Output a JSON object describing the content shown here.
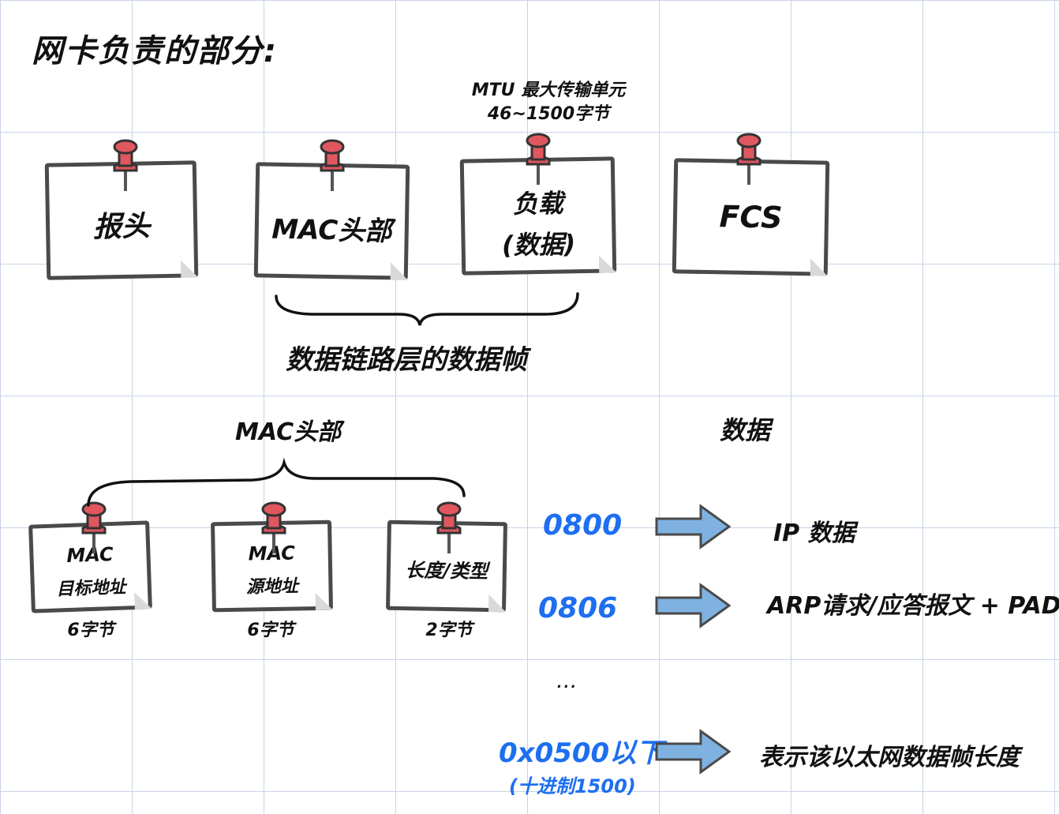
{
  "title": "网卡负责的部分:",
  "mtu_note": {
    "line1": "MTU 最大传输单元",
    "line2": "46~1500字节"
  },
  "frame_parts": [
    {
      "line1": "报头",
      "line2": ""
    },
    {
      "line1": "MAC头部",
      "line2": ""
    },
    {
      "line1": "负载",
      "line2": "(数据)"
    },
    {
      "line1": "FCS",
      "line2": ""
    }
  ],
  "frame_brace_label": "数据链路层的数据帧",
  "mac_header_label": "MAC头部",
  "data_label": "数据",
  "mac_fields": [
    {
      "line1": "MAC",
      "line2": "目标地址",
      "size": "6字节"
    },
    {
      "line1": "MAC",
      "line2": "源地址",
      "size": "6字节"
    },
    {
      "line1": "长度/类型",
      "line2": "",
      "size": "2字节"
    }
  ],
  "type_mappings": [
    {
      "code": "0800",
      "note": "",
      "meaning": "IP 数据"
    },
    {
      "code": "0806",
      "note": "",
      "meaning": "ARP请求/应答报文 + PAD"
    },
    {
      "code": "...",
      "note": "",
      "meaning": ""
    },
    {
      "code": "0x0500以下",
      "note": "(十进制1500)",
      "meaning": "表示该以太网数据帧长度"
    }
  ],
  "colors": {
    "pin": "#e0575f",
    "note_border": "#4a4a4a",
    "accent_blue": "#1e6ff0",
    "arrow_fill": "#7fb2e0"
  }
}
